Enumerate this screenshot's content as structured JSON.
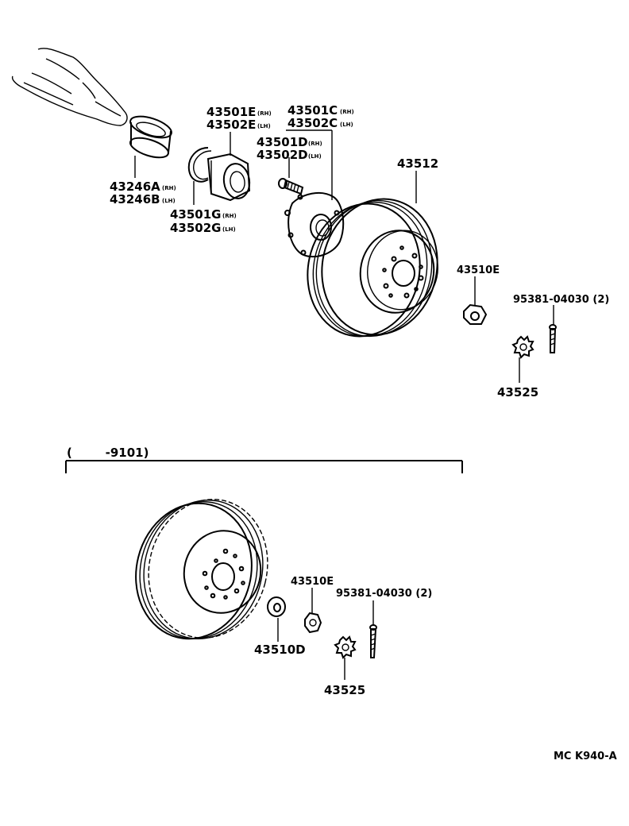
{
  "labels": {
    "p43246a": "43246A",
    "p43246a_side": "(RH)",
    "p43246b": "43246B",
    "p43246b_side": "(LH)",
    "p43501e": "43501E",
    "p43501e_side": "(RH)",
    "p43502e": "43502E",
    "p43502e_side": "(LH)",
    "p43501c": "43501C",
    "p43501c_side": "(RH)",
    "p43502c": "43502C",
    "p43502c_side": "(LH)",
    "p43501d": "43501D",
    "p43501d_side": "(RH)",
    "p43502d": "43502D",
    "p43502d_side": "(LH)",
    "p43501g": "43501G",
    "p43501g_side": "(RH)",
    "p43502g": "43502G",
    "p43502g_side": "(LH)",
    "p43512": "43512",
    "p43510e_top": "43510E",
    "p95381_top": "95381-04030 (2)",
    "p43525_top": "43525",
    "date_range": "(        -9101)",
    "p43510e_bottom": "43510E",
    "p95381_bottom": "95381-04030 (2)",
    "p43510d": "43510D",
    "p43525_bottom": "43525",
    "figure_code": "MC K940-A"
  }
}
